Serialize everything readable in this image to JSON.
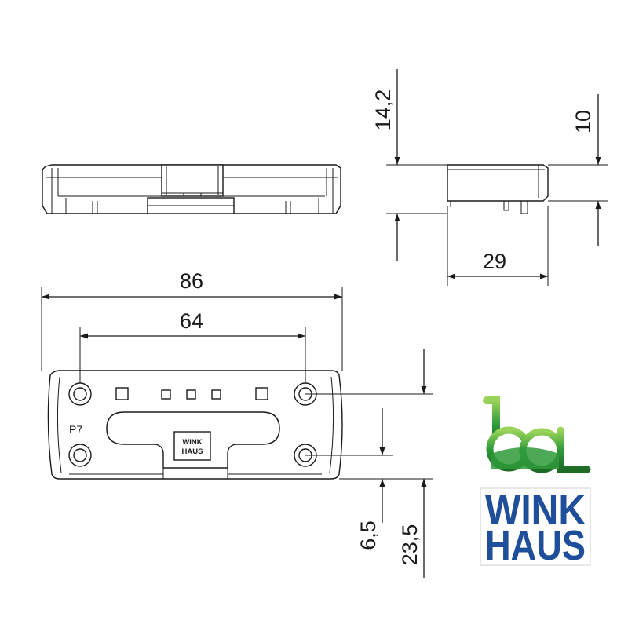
{
  "dimensions": {
    "overall_width": "86",
    "hole_spacing": "64",
    "height_total": "14,2",
    "height_top": "10",
    "depth": "29",
    "offset_small": "6,5",
    "offset_large": "23,5"
  },
  "part": {
    "variant_label": "P7",
    "embossed_brand_line1": "WINK",
    "embossed_brand_line2": "HAUS"
  },
  "logos": {
    "bal_logo_icon": "bal-logo-icon",
    "brand_line1": "WINK",
    "brand_line2": "HAUS",
    "brand_color": "#1f4e9a",
    "bal_green": "#2f9a3a"
  }
}
